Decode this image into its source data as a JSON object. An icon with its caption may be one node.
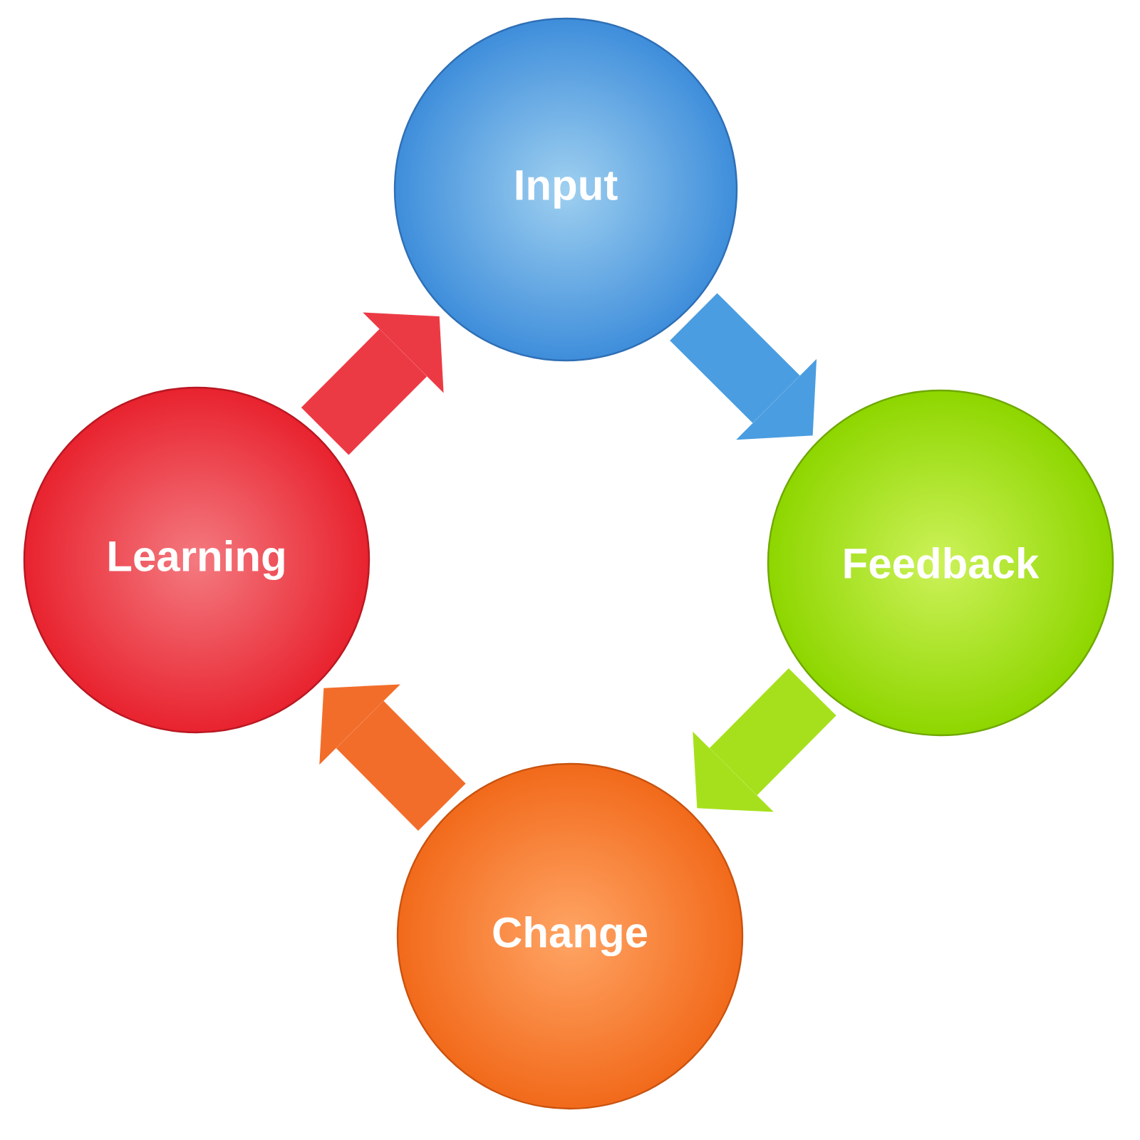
{
  "diagram": {
    "nodes": [
      {
        "text": [
          "Input"
        ]
      },
      {
        "text": [
          "Learning"
        ]
      },
      {
        "text": [
          "Feedback"
        ]
      },
      {
        "text": [
          "Change"
        ]
      }
    ],
    "edges": [
      {
        "from": 0,
        "to": 2,
        "arrow": "to",
        "color": "#4a9de0"
      },
      {
        "from": 2,
        "to": 3,
        "arrow": "to",
        "color": "#a6e01c"
      },
      {
        "from": 3,
        "to": 1,
        "arrow": "to",
        "color": "#f26d2a"
      },
      {
        "from": 1,
        "to": 0,
        "arrow": "to",
        "color": "#ec3a45"
      }
    ]
  }
}
